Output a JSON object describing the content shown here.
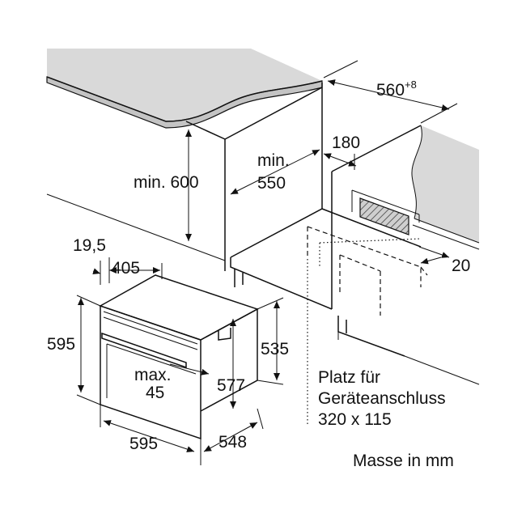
{
  "labels": {
    "dim_560": "560",
    "dim_560_sup": "+8",
    "dim_180": "180",
    "min_600": "min. 600",
    "min_550_line1": "min.",
    "min_550_line2": "550",
    "dim_20": "20",
    "dim_19_5": "19,5",
    "dim_405": "405",
    "dim_595_height": "595",
    "dim_535": "535",
    "max45_line1": "max.",
    "max45_line2": "45",
    "dim_577": "577",
    "dim_595_width": "595",
    "dim_548": "548",
    "platz_line1": "Platz für",
    "platz_line2": "Geräteanschluss",
    "platz_line3": "320 x 115",
    "masse": "Masse in mm"
  },
  "colors": {
    "countertop": "#d9d9d9",
    "countertop_shade": "#c4c4c4",
    "ink": "#111111",
    "hatch_fill": "#bdbdbd"
  }
}
